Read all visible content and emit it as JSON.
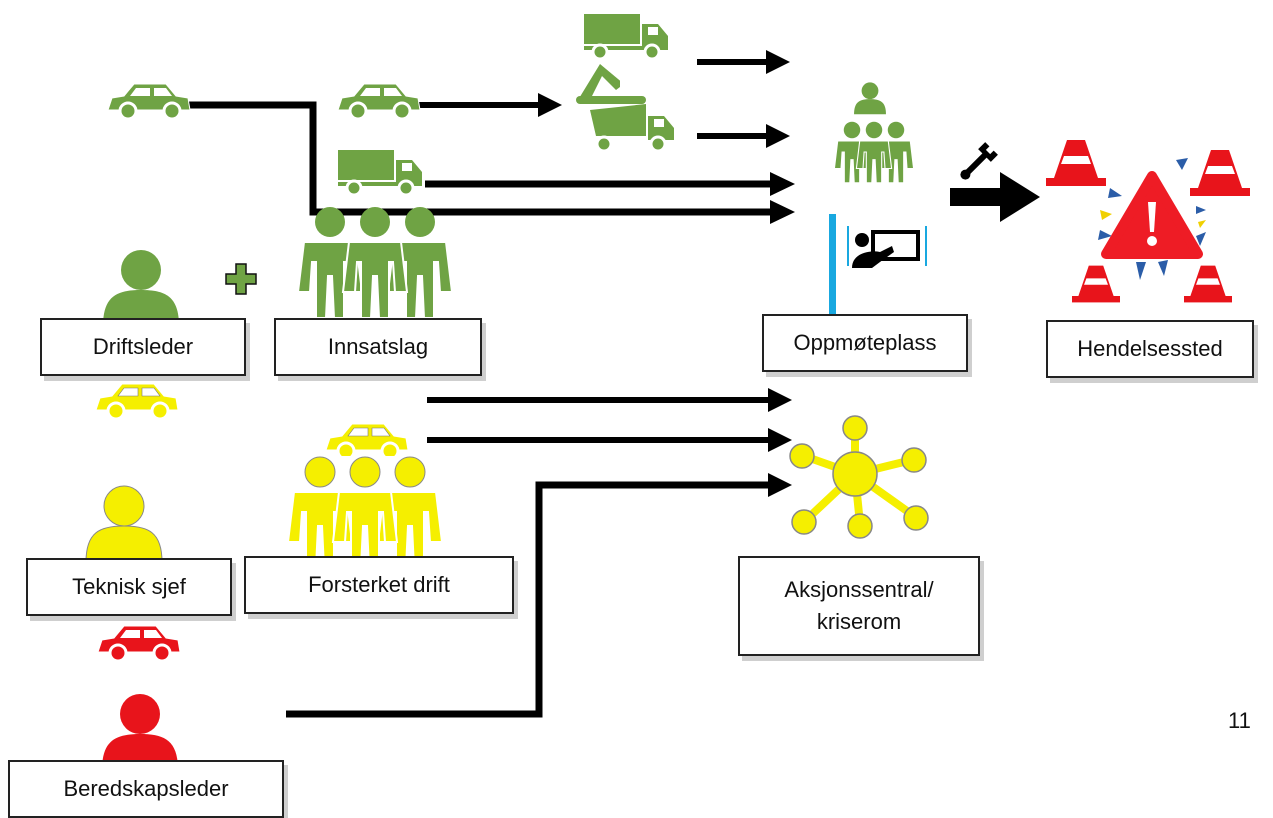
{
  "labels": {
    "driftsleder": "Driftsleder",
    "innsatslag": "Innsatslag",
    "oppmoteplass": "Oppmøteplass",
    "hendelsessted": "Hendelsessted",
    "teknisk_sjef": "Teknisk sjef",
    "forsterket_drift": "Forsterket drift",
    "aksjonssentral_line1": "Aksjonssentral/",
    "aksjonssentral_line2": "kriserom",
    "beredskapsleder": "Beredskapsleder"
  },
  "page_number": "11",
  "colors": {
    "green": "#6fa344",
    "yellow": "#f5ef00",
    "red": "#e8141b",
    "black": "#000000",
    "blue": "#19a8e0",
    "cone_red": "#e8141b",
    "warning_red": "#ee1c25"
  },
  "icons": [
    "car-icon",
    "truck-icon",
    "dump-truck-icon",
    "excavator-icon",
    "person-icon",
    "group-icon",
    "plus-icon",
    "wrench-icon",
    "presentation-icon",
    "warning-icon",
    "traffic-cone-icon",
    "network-hub-icon"
  ]
}
